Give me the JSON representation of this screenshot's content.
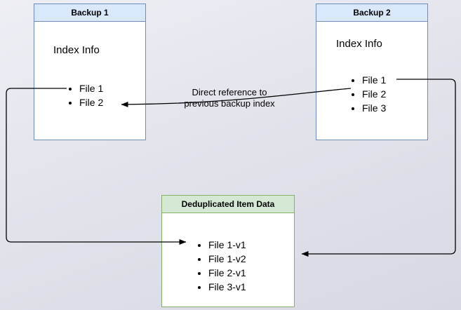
{
  "backup1": {
    "title": "Backup 1",
    "index_label": "Index Info",
    "files": [
      "File 1",
      "File 2"
    ]
  },
  "backup2": {
    "title": "Backup 2",
    "index_label": "Index Info",
    "files": [
      "File 1",
      "File 2",
      "File 3"
    ]
  },
  "dedup": {
    "title": "Deduplicated Item Data",
    "files": [
      "File 1-v1",
      "File 1-v2",
      "File 2-v1",
      "File 3-v1"
    ]
  },
  "annotation": {
    "line1": "Direct reference to",
    "line2": "previous backup index"
  },
  "colors": {
    "backup_fill": "#dae8fc",
    "backup_border": "#6c8ebf",
    "dedup_fill": "#d5e8d4",
    "dedup_border": "#82b366",
    "arrow": "#000000"
  }
}
